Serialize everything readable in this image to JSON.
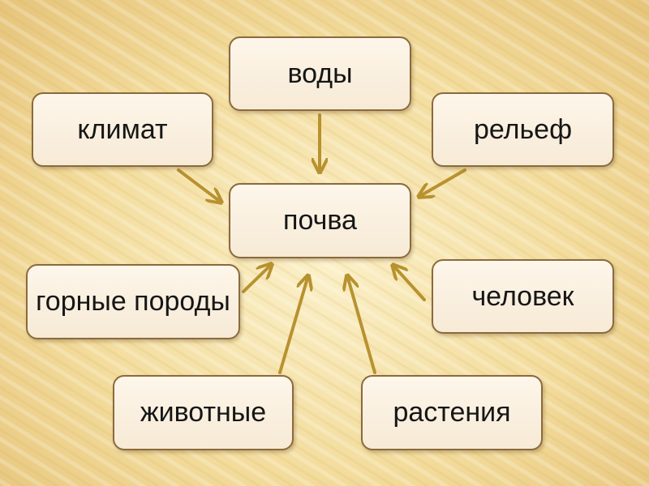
{
  "diagram": {
    "center": "почва",
    "factors": {
      "vody": "воды",
      "klimat": "климат",
      "relef": "рельеф",
      "gornye_porody": "горные породы",
      "chelovek": "человек",
      "zhivotnye": "животные",
      "rasteniya": "растения"
    },
    "arrow_color": "#b8922f",
    "box_border_color": "#8a6a3d"
  }
}
